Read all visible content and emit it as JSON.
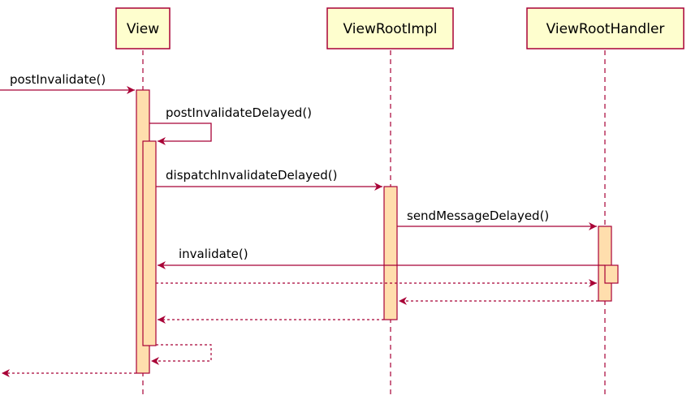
{
  "colors": {
    "arrow": "#A80036",
    "participant_fill": "#FEFECE",
    "participant_border": "#A80036",
    "activation_fill": "#FFDEAD",
    "lifeline": "#A80036"
  },
  "participants": [
    {
      "name": "View"
    },
    {
      "name": "ViewRootImpl"
    },
    {
      "name": "ViewRootHandler"
    }
  ],
  "messages": [
    {
      "label": "postInvalidate()",
      "style": "solid"
    },
    {
      "label": "postInvalidateDelayed()",
      "style": "solid"
    },
    {
      "label": "dispatchInvalidateDelayed()",
      "style": "solid"
    },
    {
      "label": "sendMessageDelayed()",
      "style": "solid"
    },
    {
      "label": "invalidate()",
      "style": "solid"
    },
    {
      "label": "",
      "style": "dashed"
    },
    {
      "label": "",
      "style": "dashed"
    },
    {
      "label": "",
      "style": "dashed"
    },
    {
      "label": "",
      "style": "dashed"
    },
    {
      "label": "",
      "style": "dashed"
    }
  ]
}
